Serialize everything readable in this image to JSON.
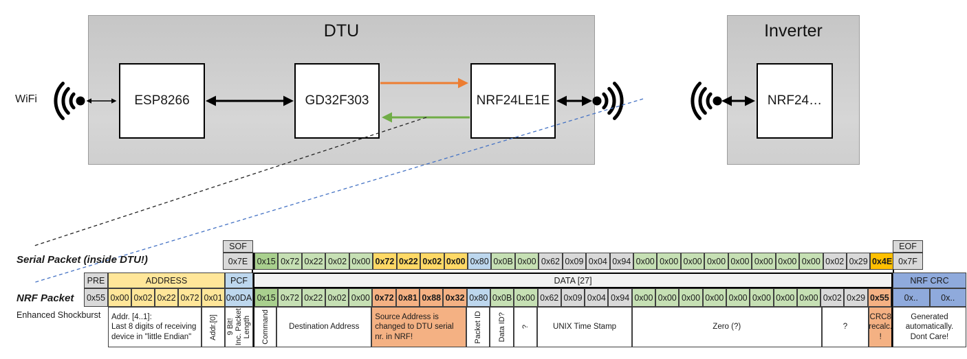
{
  "diagram": {
    "wifi_label": "WiFi",
    "dtu": {
      "title": "DTU",
      "chips": [
        "ESP8266",
        "GD32F303",
        "NRF24LE1E"
      ]
    },
    "inverter": {
      "title": "Inverter",
      "chips": [
        "NRF24…"
      ]
    }
  },
  "serial_packet": {
    "label": "Serial Packet (inside DTU!)",
    "sof": {
      "header": "SOF",
      "value": "0x7E"
    },
    "eof": {
      "header": "EOF",
      "value": "0x7F"
    },
    "bytes": [
      {
        "v": "0x15",
        "c": "dgreen"
      },
      {
        "v": "0x72",
        "c": "green"
      },
      {
        "v": "0x22",
        "c": "green"
      },
      {
        "v": "0x02",
        "c": "green"
      },
      {
        "v": "0x00",
        "c": "green"
      },
      {
        "v": "0x72",
        "c": "gold"
      },
      {
        "v": "0x22",
        "c": "gold"
      },
      {
        "v": "0x02",
        "c": "gold"
      },
      {
        "v": "0x00",
        "c": "gold"
      },
      {
        "v": "0x80",
        "c": "blue"
      },
      {
        "v": "0x0B",
        "c": "green"
      },
      {
        "v": "0x00",
        "c": "green"
      },
      {
        "v": "0x62",
        "c": "gray"
      },
      {
        "v": "0x09",
        "c": "gray"
      },
      {
        "v": "0x04",
        "c": "gray"
      },
      {
        "v": "0x94",
        "c": "gray"
      },
      {
        "v": "0x00",
        "c": "green"
      },
      {
        "v": "0x00",
        "c": "green"
      },
      {
        "v": "0x00",
        "c": "green"
      },
      {
        "v": "0x00",
        "c": "green"
      },
      {
        "v": "0x00",
        "c": "green"
      },
      {
        "v": "0x00",
        "c": "green"
      },
      {
        "v": "0x00",
        "c": "green"
      },
      {
        "v": "0x00",
        "c": "green"
      },
      {
        "v": "0x02",
        "c": "gray"
      },
      {
        "v": "0x29",
        "c": "gray"
      },
      {
        "v": "0x4E",
        "c": "amber"
      }
    ]
  },
  "nrf_packet": {
    "label": "NRF Packet",
    "sublabel": "Enhanced Shockburst",
    "headers": {
      "pre": "PRE",
      "address": "ADDRESS",
      "pcf": "PCF",
      "data": "DATA [27]",
      "crc": "NRF CRC"
    },
    "pre_value": "0x55",
    "address_values": [
      "0x00",
      "0x02",
      "0x22",
      "0x72",
      "0x01"
    ],
    "pcf_value": "0x0DA",
    "bytes": [
      {
        "v": "0x15",
        "c": "dgreen"
      },
      {
        "v": "0x72",
        "c": "green"
      },
      {
        "v": "0x22",
        "c": "green"
      },
      {
        "v": "0x02",
        "c": "green"
      },
      {
        "v": "0x00",
        "c": "green"
      },
      {
        "v": "0x72",
        "c": "salmon"
      },
      {
        "v": "0x81",
        "c": "salmon"
      },
      {
        "v": "0x88",
        "c": "salmon"
      },
      {
        "v": "0x32",
        "c": "salmon"
      },
      {
        "v": "0x80",
        "c": "blue"
      },
      {
        "v": "0x0B",
        "c": "green"
      },
      {
        "v": "0x00",
        "c": "green"
      },
      {
        "v": "0x62",
        "c": "gray"
      },
      {
        "v": "0x09",
        "c": "gray"
      },
      {
        "v": "0x04",
        "c": "gray"
      },
      {
        "v": "0x94",
        "c": "gray"
      },
      {
        "v": "0x00",
        "c": "green"
      },
      {
        "v": "0x00",
        "c": "green"
      },
      {
        "v": "0x00",
        "c": "green"
      },
      {
        "v": "0x00",
        "c": "green"
      },
      {
        "v": "0x00",
        "c": "green"
      },
      {
        "v": "0x00",
        "c": "green"
      },
      {
        "v": "0x00",
        "c": "green"
      },
      {
        "v": "0x00",
        "c": "green"
      },
      {
        "v": "0x02",
        "c": "gray"
      },
      {
        "v": "0x29",
        "c": "gray"
      },
      {
        "v": "0x55",
        "c": "salmon"
      }
    ],
    "crc_values": [
      "0x..",
      "0x.."
    ],
    "annotations": {
      "addr_main": "Addr. [4..1]:\nLast 8 digits of receiving\ndevice in \"little Endian\"",
      "addr0": "Addr.[0]",
      "pcf": "9 Bit!\nInc. Packet\nLength",
      "command": "Command",
      "dest": "Destination Address",
      "source": "Source Address is\nchanged to DTU serial\nnr. in NRF!",
      "packet_id": "Packet ID",
      "data_id": "Data ID?",
      "q_small": "?",
      "unix": "UNIX Time Stamp",
      "zero": "Zero (?)",
      "q_wide": "?",
      "crc8": "CRC8\nrecalc.\n!",
      "crc_gen": "Generated\nautomatically.\nDont Care!"
    }
  },
  "colors": {
    "green_light": "#C6E0B4",
    "green_dark": "#A9D08E",
    "gold": "#FFD966",
    "amber": "#FFC000",
    "blue_light": "#BDD7EE",
    "blue_crc": "#8FAADC",
    "salmon": "#F4B183",
    "gray_cell": "#D9D9D9",
    "yellow_addr": "#FFE699",
    "orange_arrow": "#ED7D31",
    "green_arrow": "#70AD47",
    "blue_dashed": "#4472C4"
  }
}
